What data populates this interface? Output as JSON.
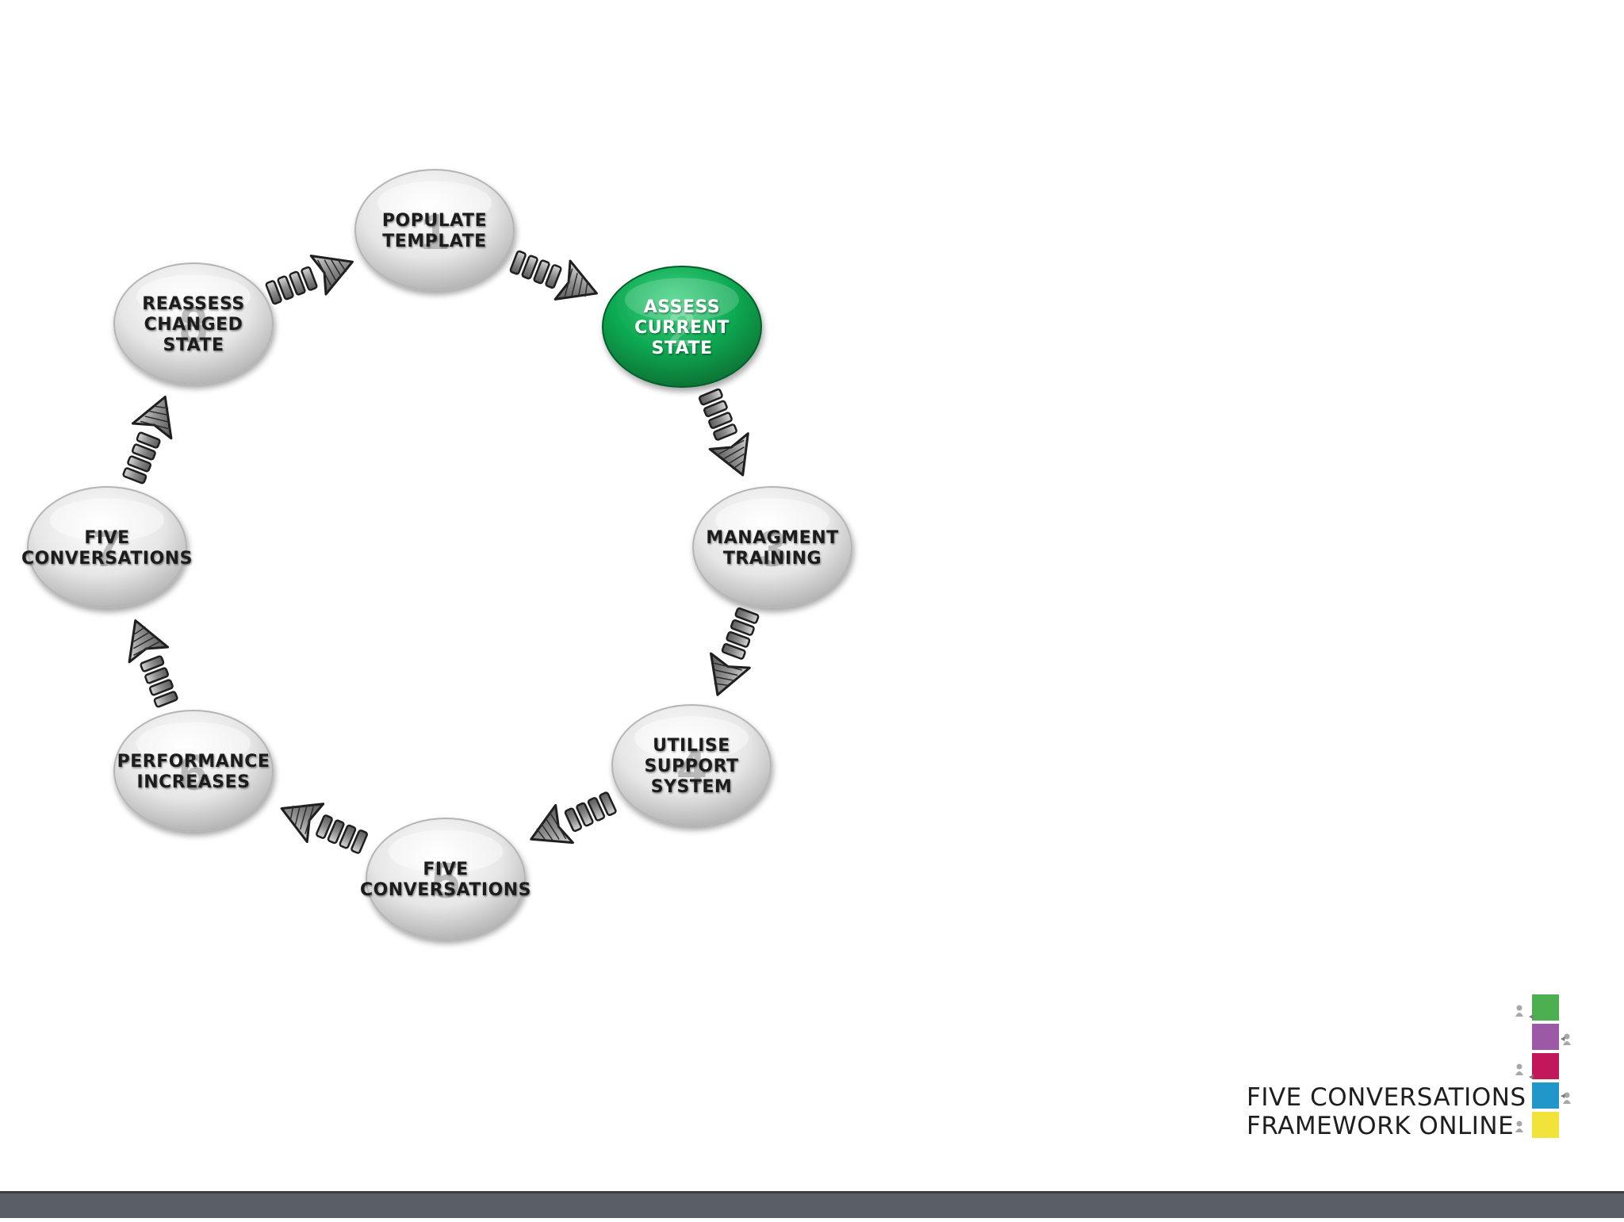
{
  "nodes": [
    {
      "number": "1",
      "lines": [
        "POPULATE",
        "TEMPLATE"
      ],
      "active": false
    },
    {
      "number": "2",
      "lines": [
        "ASSESS",
        "CURRENT",
        "STATE"
      ],
      "active": true
    },
    {
      "number": "3",
      "lines": [
        "MANAGMENT",
        "TRAINING"
      ],
      "active": false
    },
    {
      "number": "4",
      "lines": [
        "UTILISE",
        "SUPPORT",
        "SYSTEM"
      ],
      "active": false
    },
    {
      "number": "5",
      "lines": [
        "FIVE",
        "CONVERSATIONS"
      ],
      "active": false
    },
    {
      "number": "6",
      "lines": [
        "PERFORMANCE",
        "INCREASES"
      ],
      "active": false
    },
    {
      "number": "7",
      "lines": [
        "FIVE",
        "CONVERSATIONS"
      ],
      "active": false
    },
    {
      "number": "8",
      "lines": [
        "REASSESS",
        "CHANGED",
        "STATE"
      ],
      "active": false
    }
  ],
  "logo": {
    "line1": "FIVE CONVERSATIONS",
    "line2": "FRAMEWORK ONLINE",
    "block_colors": [
      "#4caf50",
      "#9b59a6",
      "#c2185b",
      "#2196c9",
      "#f2e33a"
    ]
  },
  "colors": {
    "active_node": "#0aa84f",
    "inactive_node": "#e3e3e3",
    "arrow_fill": "#9a9a9a",
    "footer": "#5a5f66"
  }
}
